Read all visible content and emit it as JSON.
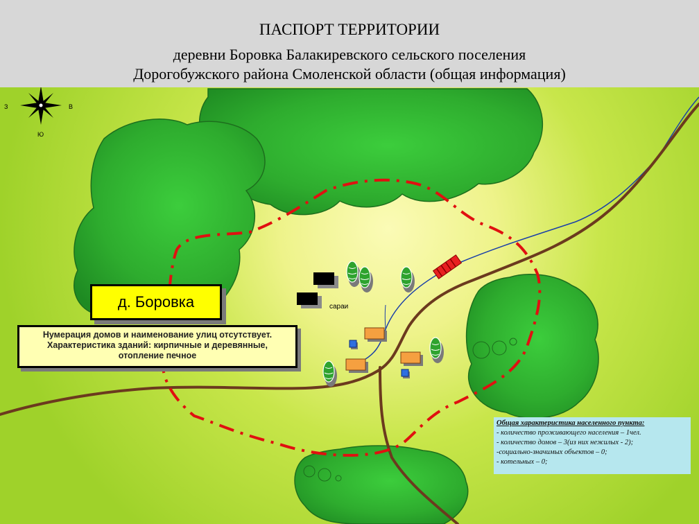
{
  "header": {
    "title": "ПАСПОРТ ТЕРРИТОРИИ",
    "subtitle_line1": "деревни Боровка Балакиревского сельского поселения",
    "subtitle_line2": "Дорогобужского района Смоленской области  (общая информация)"
  },
  "compass": {
    "west": "З",
    "east": "В",
    "south": "Ю"
  },
  "village_label": "д. Боровка",
  "info_box": {
    "line1": "Нумерация домов и наименование улиц отсутствует.",
    "line2": "Характеристика зданий: кирпичные и деревянные,",
    "line3": "отопление печное"
  },
  "barn_label": "сараи",
  "stats_box": {
    "title": "Общая характеристика населенного пункта:",
    "items": [
      "- количество проживающего населения – 1чел.",
      "- количество домов – 3(из них нежилых - 2);",
      "-социально-значимых объектов – 0;",
      "- котельных – 0;"
    ]
  },
  "colors": {
    "header_bg": "#d7d7d7",
    "field_green": "#b8de3a",
    "forest_green": "#2fa52f",
    "boundary_red": "#e01010",
    "road_brown": "#6b3a1e",
    "river_blue": "#1a3fa8",
    "label_yellow": "#ffff00",
    "info_yellow": "#ffffb3",
    "stats_blue": "#b6e7ee",
    "house_orange": "#f5a040",
    "shed_black": "#000000",
    "small_building_blue": "#2e6fe0"
  },
  "icons": [
    "compass-rose-icon",
    "tree-icon",
    "house-icon",
    "shed-icon",
    "bridge-icon"
  ]
}
